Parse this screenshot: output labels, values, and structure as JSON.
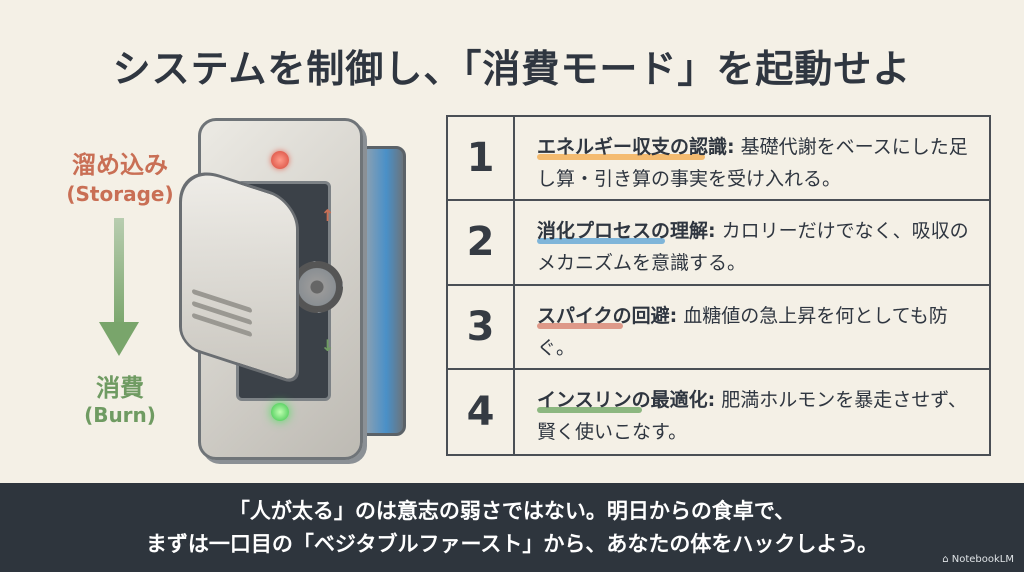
{
  "title": "システムを制御し、「消費モード」を起動せよ",
  "left": {
    "storage_jp": "溜め込み",
    "storage_en": "(Storage)",
    "burn_jp": "消費",
    "burn_en": "(Burn)"
  },
  "colors": {
    "storage": "#c96f55",
    "burn": "#6f9b62",
    "footer_bg": "#2e353d",
    "bg": "#f4f0e6"
  },
  "items": [
    {
      "num": "1",
      "heading": "エネルギー収支の認識:",
      "text": " 基礎代謝をベースにした足し算・引き算の事実を受け入れる。",
      "highlight": "#f3b25a"
    },
    {
      "num": "2",
      "heading": "消化プロセスの理解:",
      "text": " カロリーだけでなく、吸収のメカニズムを意識する。",
      "highlight": "#6aaad6"
    },
    {
      "num": "3",
      "heading": "スパイクの回避:",
      "text": " 血糖値の急上昇を何としても防ぐ。",
      "highlight": "#d98a78"
    },
    {
      "num": "4",
      "heading": "インスリンの最適化:",
      "text": " 肥満ホルモンを暴走させず、賢く使いこなす。",
      "highlight": "#79ad6d"
    }
  ],
  "footer": {
    "line1": "「人が太る」のは意志の弱さではない。明日からの食卓で、",
    "line2": "まずは一口目の「ベジタブルファースト」から、あなたの体をハックしよう。",
    "brand": "NotebookLM"
  }
}
